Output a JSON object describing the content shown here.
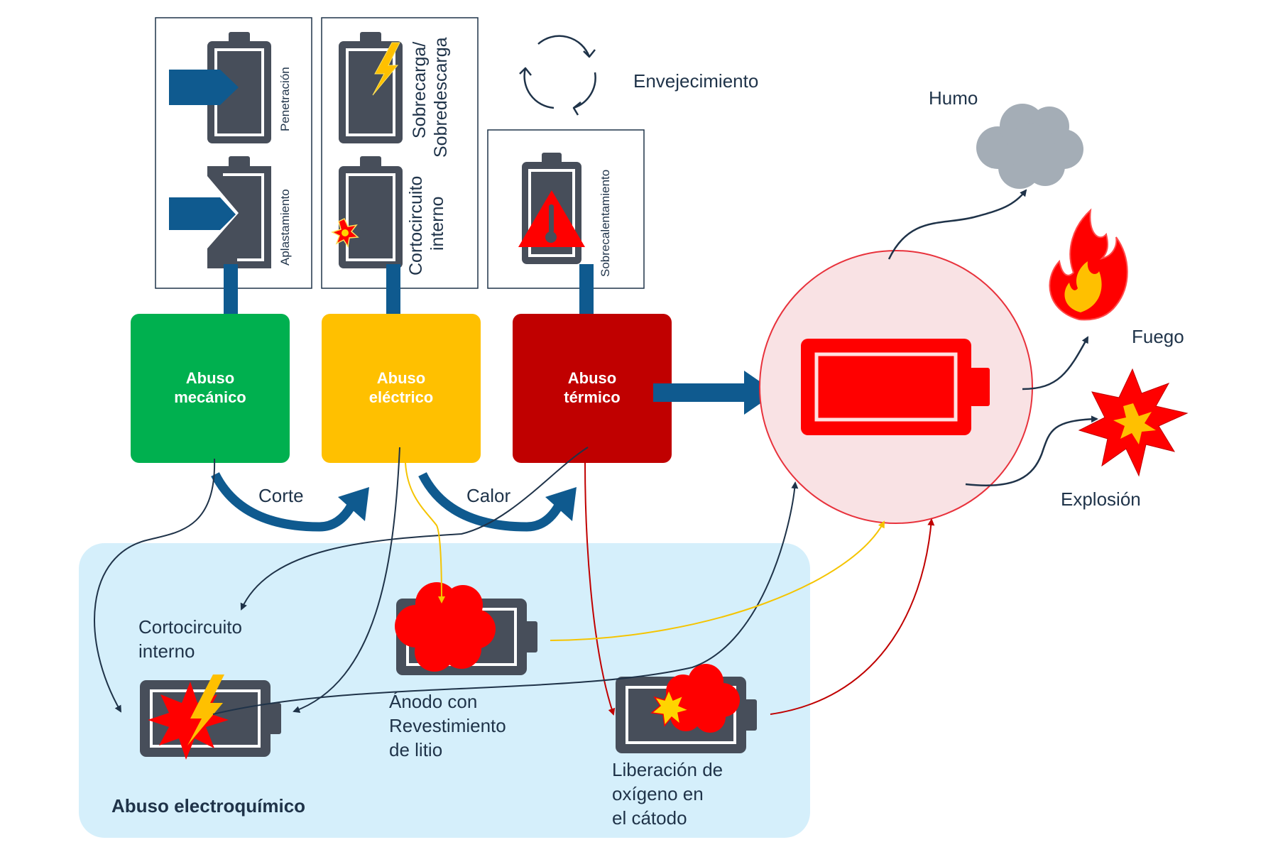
{
  "inputs": {
    "penetracion": "Penetración",
    "aplastamiento": "Aplastamiento",
    "sobrecarga_1": "Sobrecarga/",
    "sobrecarga_2": "Sobredescarga",
    "cortocircuito_1": "Cortocircuito",
    "cortocircuito_2": "interno",
    "sobrecalentamiento": "Sobrecalentamiento",
    "envejecimiento": "Envejecimiento"
  },
  "abuse_boxes": {
    "mecanico": {
      "line1": "Abuso",
      "line2": "mecánico",
      "color": "#00b04f"
    },
    "electrico": {
      "line1": "Abuso",
      "line2": "eléctrico",
      "color": "#ffc000"
    },
    "termico": {
      "line1": "Abuso",
      "line2": "térmico",
      "color": "#c00000"
    }
  },
  "links": {
    "corte": "Corte",
    "calor": "Calor"
  },
  "outcomes": {
    "humo": "Humo",
    "fuego": "Fuego",
    "explosion": "Explosión"
  },
  "electrochemical": {
    "title": "Abuso electroquímico",
    "short_circuit": [
      "Cortocircuito",
      "interno"
    ],
    "anode": [
      "Ánodo con",
      "Revestimiento",
      "de litio"
    ],
    "oxygen": [
      "Liberación de",
      "oxígeno en",
      "el cátodo"
    ]
  },
  "colors": {
    "arrow_blue": "#0f5a8f",
    "dark_navy": "#1f3349",
    "battery_grey": "#474e5a",
    "panel_blue": "#d5effb",
    "battery_red": "#ff0000",
    "circle_fill": "#f9e2e4",
    "circle_stroke": "#e8323c",
    "smoke_grey": "#a4adb6",
    "yellow_line": "#f5c400",
    "red_line": "#c00000"
  }
}
